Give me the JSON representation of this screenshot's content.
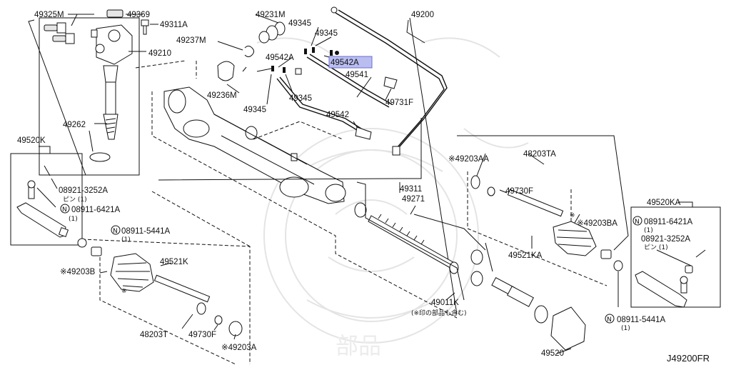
{
  "callouts": {
    "c49325M": "49325M",
    "c49369": "49369",
    "c49311A": "49311A",
    "c49210": "49210",
    "c49262": "49262",
    "c49231M": "49231M",
    "c49237M": "49237M",
    "c49236M": "49236M",
    "c49345a": "49345",
    "c49345b": "49345",
    "c49345c": "49345",
    "c49345d": "49345",
    "c49542Aa": "49542A",
    "c49542Ab": "49542A",
    "c49541": "49541",
    "c49731F": "49731F",
    "c49542": "49542",
    "c49200": "49200",
    "c49311": "49311",
    "c49271": "49271",
    "c49011K": "49011K",
    "c49011Knote": "(※印の部品も含む)",
    "c49520": "49520",
    "c49520K": "49520K",
    "c08921L": "08921-3252A",
    "c08921Lpin": "ピン (1)",
    "c08911L": "08911-6421A",
    "c08911Lq": "(1)",
    "c08911M": "08911-5441A",
    "c08911Mq": "(1)",
    "c49203B": "※49203B",
    "c49521K": "49521K",
    "c48203T": "48203T",
    "c49730Fl": "49730F",
    "c49203A": "※49203A",
    "c49203AA": "※49203AA",
    "c48203TA": "48203TA",
    "c49730Fr": "49730F",
    "c49203BA": "※49203BA",
    "c49521KA": "49521KA",
    "c49520KA": "49520KA",
    "c08911R": "08911-6421A",
    "c08911Rq": "(1)",
    "c08921R": "08921-3252A",
    "c08921Rpin": "ピン (1)",
    "c08911B": "08911-5441A",
    "c08911Bq": "(1)",
    "star1": "※",
    "star2": "※",
    "n": "N",
    "figure_code": "J49200FR"
  },
  "highlight_color": "#b9bdf0"
}
